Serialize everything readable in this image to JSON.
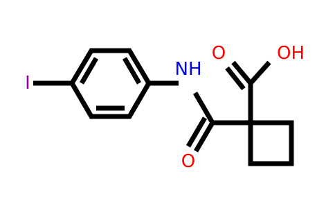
{
  "molecule": {
    "atoms": {
      "iodine": "I",
      "amide_nitrogen": "NH",
      "amide_oxygen": "O",
      "acid_carbonyl_oxygen": "O",
      "acid_hydroxyl": "OH"
    }
  },
  "colors": {
    "bond": "#000000",
    "iodine": "#940094",
    "nitrogen": "#0000ff",
    "oxygen": "#ff0000"
  }
}
